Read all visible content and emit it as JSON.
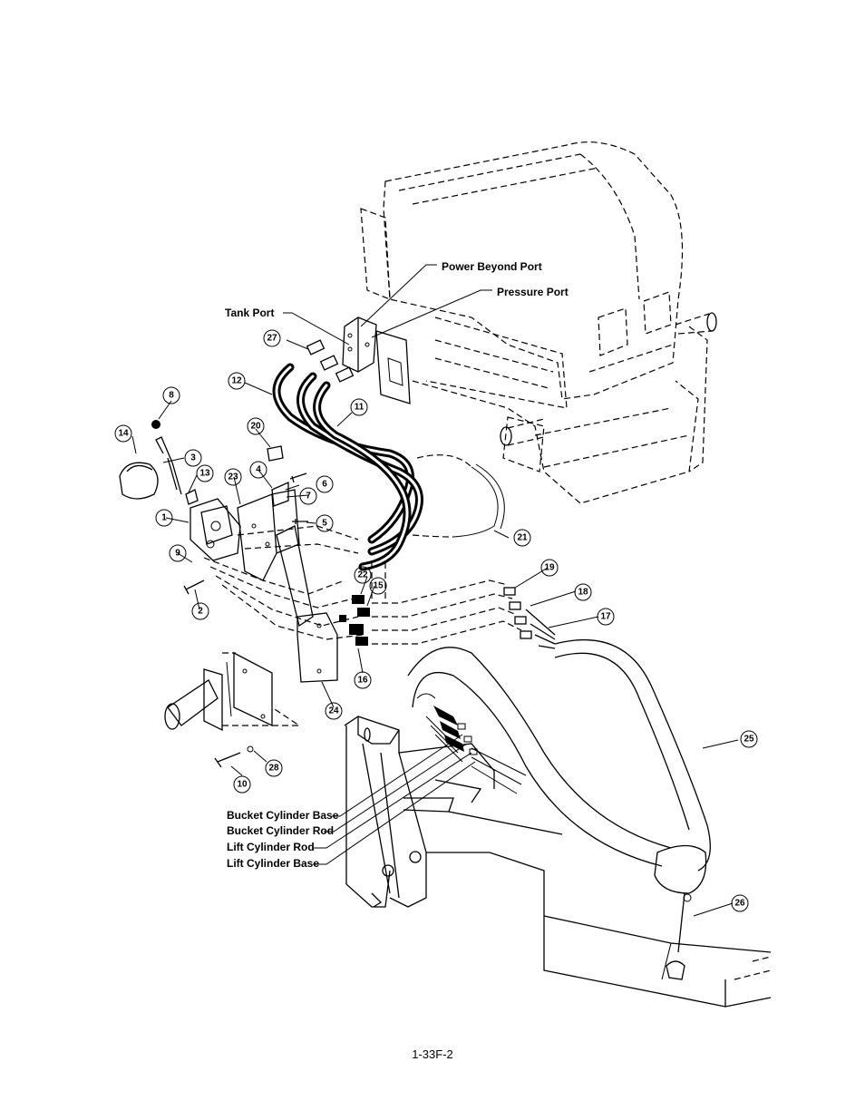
{
  "labels": {
    "power_beyond_port": "Power Beyond Port",
    "pressure_port": "Pressure Port",
    "tank_port": "Tank Port",
    "bucket_cylinder_base": "Bucket Cylinder Base",
    "bucket_cylinder_rod": "Bucket Cylinder Rod",
    "lift_cylinder_rod": "Lift Cylinder Rod",
    "lift_cylinder_base": "Lift Cylinder Base"
  },
  "callouts": [
    "1",
    "2",
    "3",
    "4",
    "5",
    "6",
    "7",
    "8",
    "9",
    "10",
    "11",
    "12",
    "13",
    "14",
    "15",
    "16",
    "17",
    "18",
    "19",
    "20",
    "21",
    "22",
    "23",
    "24",
    "25",
    "26",
    "27",
    "28"
  ],
  "footer": {
    "page_number": "1-33F-2"
  }
}
